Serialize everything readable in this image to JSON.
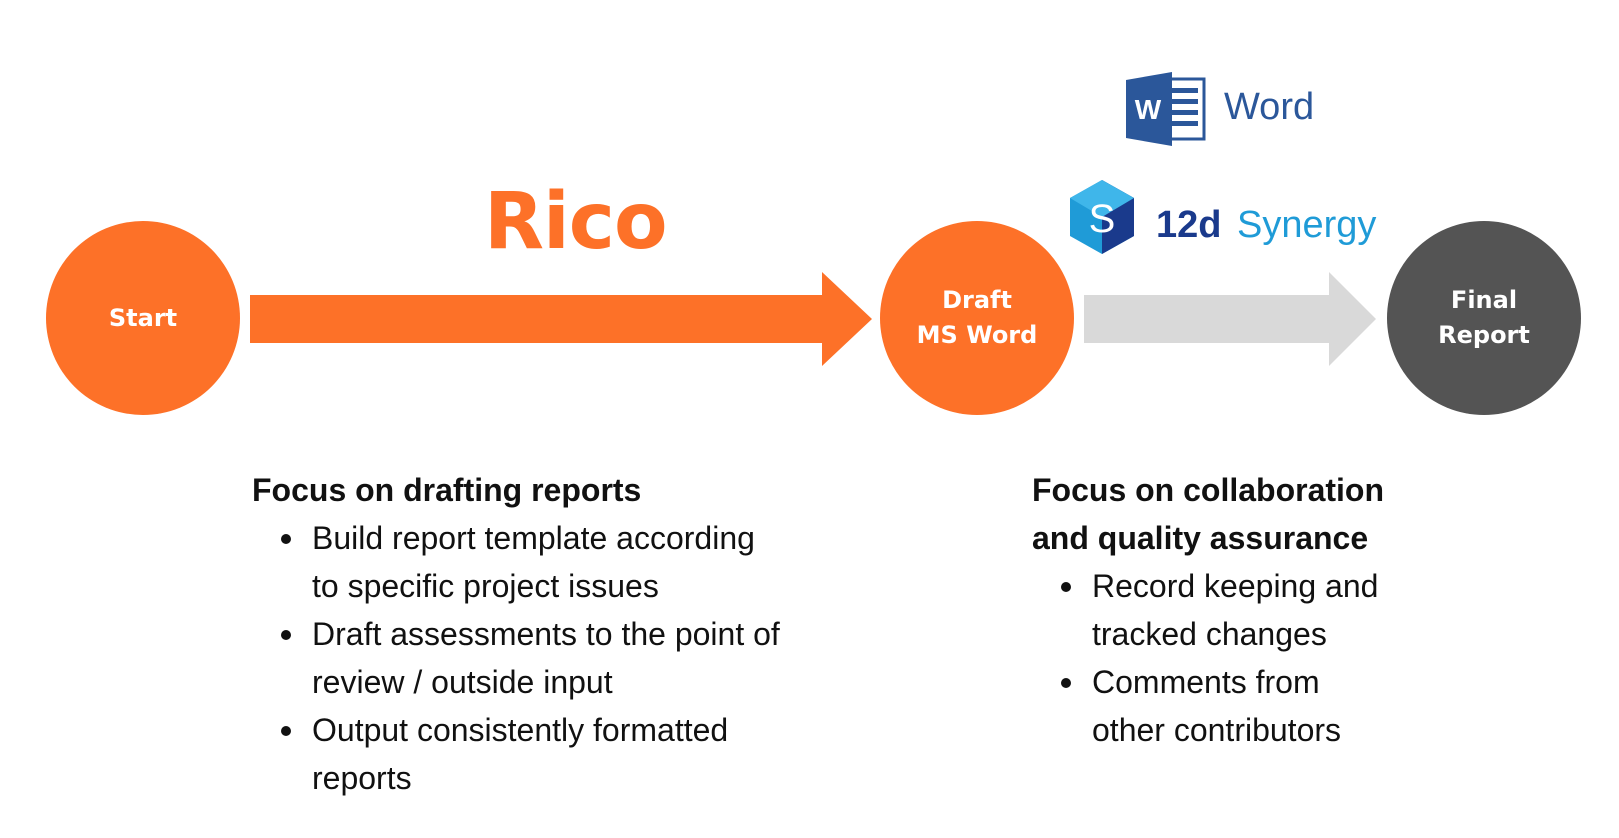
{
  "colors": {
    "orange": "#fd7128",
    "dark_grey": "#545454",
    "light_grey": "#d9d9d9",
    "word_blue": "#2b579a",
    "synergy_blue": "#1a3a8c",
    "synergy_cyan": "#1f9bd7"
  },
  "nodes": {
    "start": "Start",
    "draft": "Draft\nMS Word",
    "final": "Final\nReport"
  },
  "logos": {
    "rico": "Rico",
    "word_icon": "word-icon",
    "word": "Word",
    "synergy_icon": "synergy-icon",
    "synergy_brand": "12d",
    "synergy": "Synergy"
  },
  "left_block": {
    "heading": "Focus on drafting reports",
    "bullets": [
      "Build report template according\nto specific project issues",
      "Draft assessments to the point of\nreview / outside input",
      "Output consistently formatted\nreports"
    ]
  },
  "right_block": {
    "heading": "Focus on collaboration\nand quality assurance",
    "bullets": [
      "Record keeping and\ntracked changes",
      "Comments from\nother contributors"
    ]
  }
}
